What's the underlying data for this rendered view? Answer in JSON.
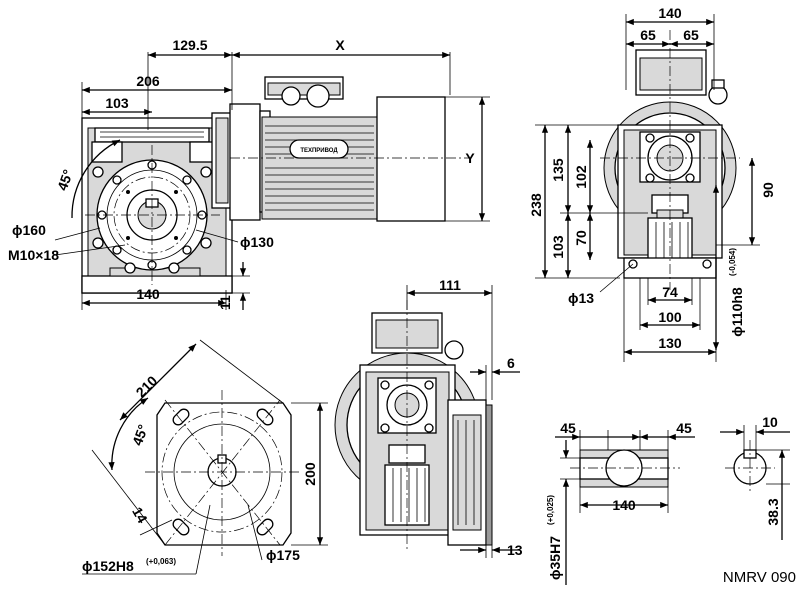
{
  "model": "NMRV 090",
  "logo_text": "ТЕХПРИВОД",
  "dims": {
    "d129_5": "129.5",
    "x": "X",
    "y": "Y",
    "d206": "206",
    "d103_top": "103",
    "d45deg_side": "45°",
    "d160": "ϕ160",
    "m10x18": "M10×18",
    "d130": "ϕ130",
    "d140_bottom": "140",
    "d11": "11",
    "d140_top": "140",
    "d65_left": "65",
    "d65_right": "65",
    "d238": "238",
    "d135": "135",
    "d102": "102",
    "d103_side": "103",
    "d70": "70",
    "d90": "90",
    "d13": "ϕ13",
    "d74": "74",
    "d100": "100",
    "d130_bottom": "130",
    "d110": "ϕ110h8",
    "d110_tol": "(-0,054)",
    "d111": "111",
    "d6": "6",
    "d13_flange": "13",
    "d210": "210",
    "d45deg_flange": "45°",
    "d200": "200",
    "d14": "14",
    "d152": "ϕ152H8",
    "d152_tol": "(+0,063)",
    "d175": "ϕ175",
    "d45_left": "45",
    "d45_right": "45",
    "d140_shaft": "140",
    "d35": "ϕ35H7",
    "d35_tol": "(+0,025)",
    "d10": "10",
    "d38_3": "38.3"
  }
}
